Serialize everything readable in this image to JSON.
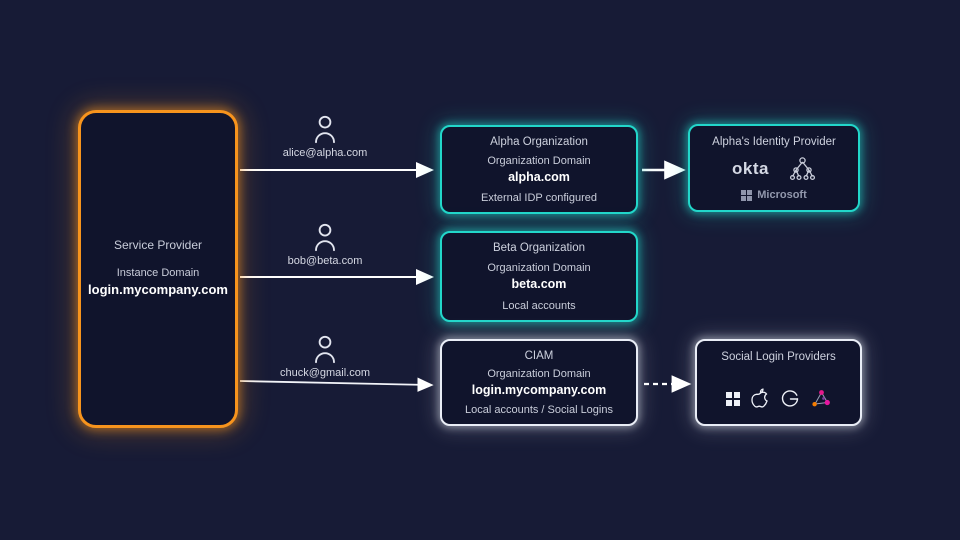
{
  "colors": {
    "background": "#171b36",
    "box_fill": "#10142c",
    "accent_orange": "#f7941d",
    "accent_teal": "#22d7ca",
    "border_white": "#e9edf6",
    "text_muted": "#c9cdda",
    "text_bold": "#ffffff"
  },
  "service_provider": {
    "title": "Service Provider",
    "domain_label": "Instance Domain",
    "domain": "login.mycompany.com"
  },
  "users": [
    {
      "email": "alice@alpha.com"
    },
    {
      "email": "bob@beta.com"
    },
    {
      "email": "chuck@gmail.com"
    }
  ],
  "organizations": [
    {
      "name": "Alpha Organization",
      "domain_label": "Organization Domain",
      "domain": "alpha.com",
      "note": "External IDP configured"
    },
    {
      "name": "Beta Organization",
      "domain_label": "Organization Domain",
      "domain": "beta.com",
      "note": "Local accounts"
    },
    {
      "name": "CIAM",
      "domain_label": "Organization Domain",
      "domain": "login.mycompany.com",
      "note": "Local accounts / Social Logins"
    }
  ],
  "identity_provider": {
    "title": "Alpha's Identity Provider",
    "okta_label": "okta",
    "microsoft_label": "Microsoft",
    "icons": [
      "okta-logo",
      "directory-tree-icon",
      "microsoft-logo"
    ]
  },
  "social_providers": {
    "title": "Social  Login Providers",
    "icons": [
      "microsoft-icon",
      "apple-icon",
      "google-icon",
      "social-network-icon"
    ]
  }
}
